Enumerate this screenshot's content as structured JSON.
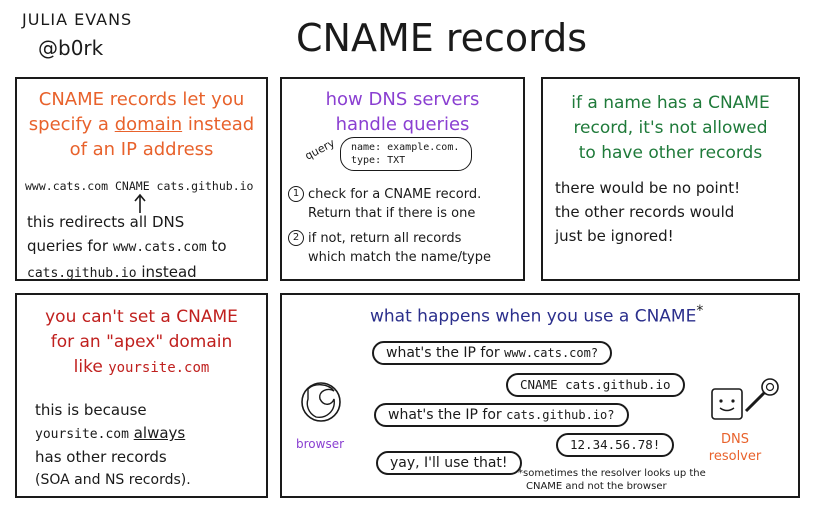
{
  "author": {
    "name": "JULIA EVANS",
    "handle": "@b0rk"
  },
  "title": "CNAME records",
  "panel1": {
    "heading": [
      "CNAME records let you",
      "specify a",
      "domain",
      "instead",
      "of an IP address"
    ],
    "example": "www.cats.com CNAME cats.github.io",
    "body": [
      "this redirects all DNS",
      "queries for",
      "www.cats.com",
      "to",
      "cats.github.io",
      "instead"
    ]
  },
  "panel2": {
    "heading": [
      "how DNS servers",
      "handle queries"
    ],
    "query_tag": "query",
    "query_lines": [
      "name: example.com.",
      "type: TXT"
    ],
    "steps": [
      {
        "num": "1",
        "lines": [
          "check for a CNAME record.",
          "Return that if there is one"
        ]
      },
      {
        "num": "2",
        "lines": [
          "if not, return all records",
          "which match the name/type"
        ]
      }
    ]
  },
  "panel3": {
    "heading": [
      "if a name has a CNAME",
      "record, it's not allowed",
      "to have other records"
    ],
    "body": [
      "there would be no point!",
      "the other records would",
      "just be ignored!"
    ]
  },
  "panel4": {
    "heading": [
      "you can't set a CNAME",
      "for an \"apex\" domain",
      "like",
      "yoursite.com"
    ],
    "body": [
      "this is because",
      "yoursite.com",
      "always",
      "has other records",
      "(SOA and NS records)."
    ]
  },
  "panel5": {
    "heading": "what happens when you use a CNAME",
    "asterisk": "*",
    "browser_label": "browser",
    "resolver_label": [
      "DNS",
      "resolver"
    ],
    "bubbles": {
      "q1_prefix": "what's the IP for",
      "q1_domain": "www.cats.com?",
      "r1": "CNAME cats.github.io",
      "q2_prefix": "what's the IP for",
      "q2_domain": "cats.github.io?",
      "r2": "12.34.56.78!",
      "final": "yay, I'll use that!"
    },
    "footnote": [
      "sometimes the resolver looks up the",
      "CNAME and not the browser"
    ]
  },
  "colors": {
    "orange": "#e8622c",
    "purple": "#8a3fd1",
    "green": "#1f7a3a",
    "red": "#c0201e",
    "navy": "#2b2f8c"
  }
}
